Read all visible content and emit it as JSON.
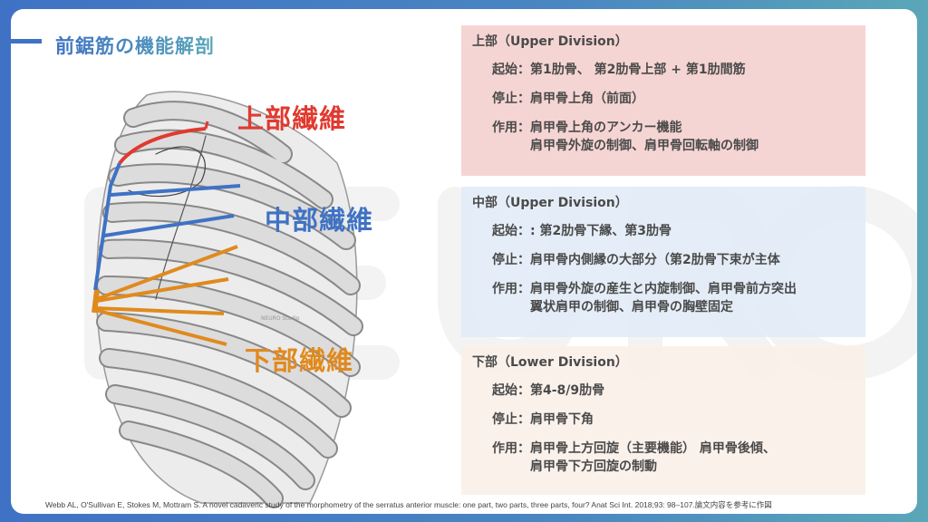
{
  "title": "前鋸筋の機能解剖",
  "watermark": "NEURO",
  "figure": {
    "studio_mark": "NEURO Studio",
    "labels": {
      "upper": "上部繊維",
      "middle": "中部繊維",
      "lower": "下部繊維"
    },
    "colors": {
      "upper": "#e03a2f",
      "middle": "#3f72c4",
      "lower": "#e08a1e"
    }
  },
  "sections": [
    {
      "heading": "上部（Upper Division）",
      "bg": "#f5d5d3",
      "rows": [
        {
          "key": "起始：",
          "value": "第1肋骨、 第2肋骨上部 + 第1肋間筋"
        },
        {
          "key": "停止：",
          "value": "肩甲骨上角（前面）"
        },
        {
          "key": "作用：",
          "value": "肩甲骨上角のアンカー機能\n  肩甲骨外旋の制御、肩甲骨回転軸の制御"
        }
      ]
    },
    {
      "heading": "中部（Upper Division）",
      "bg": "#e9f0f8",
      "rows": [
        {
          "key": "起始：",
          "value": ": 第2肋骨下縁、第3肋骨"
        },
        {
          "key": "停止：",
          "value": " 肩甲骨内側縁の大部分（第2肋骨下束が主体"
        },
        {
          "key": "作用：",
          "value": "肩甲骨外旋の産生と内旋制御、肩甲骨前方突出\n翼状肩甲の制御、肩甲骨の胸壁固定"
        }
      ]
    },
    {
      "heading": "下部（Lower Division）",
      "bg": "#faf2ec",
      "rows": [
        {
          "key": "起始：",
          "value": "第4-8/9肋骨"
        },
        {
          "key": "停止：",
          "value": "肩甲骨下角"
        },
        {
          "key": "作用：",
          "value": "肩甲骨上方回旋（主要機能） 肩甲骨後傾、\n肩甲骨下方回旋の制動"
        }
      ]
    }
  ],
  "citation": "Webb AL, O'Sullivan E, Stokes M, Mottram S. A novel cadaveric study of the morphometry of the serratus anterior muscle: one part, two parts, three parts, four? Anat Sci Int. 2018;93: 98–107.論文内容を参考に作図"
}
